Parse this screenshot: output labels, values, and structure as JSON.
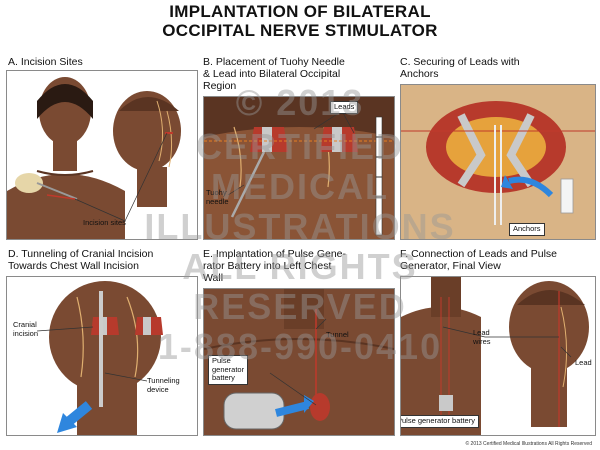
{
  "title_line1": "IMPLANTATION OF BILATERAL",
  "title_line2": "OCCIPITAL NERVE STIMULATOR",
  "panels": {
    "a": {
      "label": "A. Incision Sites",
      "callouts": [
        "Incision sites"
      ]
    },
    "b": {
      "label_line1": "B. Placement of Tuohy Needle",
      "label_line2": "& Lead into Bilateral Occipital",
      "label_line3": "Region",
      "callouts": [
        "Leads",
        "Tuohy",
        "needle"
      ]
    },
    "c": {
      "label_line1": "C. Securing of Leads with",
      "label_line2": "Anchors",
      "callouts": [
        "Anchors"
      ]
    },
    "d": {
      "label_line1": "D. Tunneling of Cranial Incision",
      "label_line2": "Towards Chest Wall Incision",
      "callouts": [
        "Cranial",
        "incision",
        "Tunneling",
        "device"
      ]
    },
    "e": {
      "label_line1": "E. Implantation of Pulse Gene-",
      "label_line2": "rator Battery into Left Chest",
      "label_line3": "Wall",
      "callouts": [
        "Tunnel",
        "Pulse",
        "generator",
        "battery"
      ]
    },
    "f": {
      "label_line1": "F. Connection of Leads and Pulse",
      "label_line2": "Generator, Final View",
      "callouts": [
        "Lead",
        "wires",
        "Lead",
        "Pulse generator battery"
      ]
    }
  },
  "watermark": [
    "© 2013",
    "CERTIFIED",
    "MEDICAL",
    "ILLUSTRATIONS",
    "ALL RIGHTS",
    "RESERVED",
    "1-888-990-0410"
  ],
  "copyright": "© 2013 Certified Medical Illustrations All Rights Reserved"
}
